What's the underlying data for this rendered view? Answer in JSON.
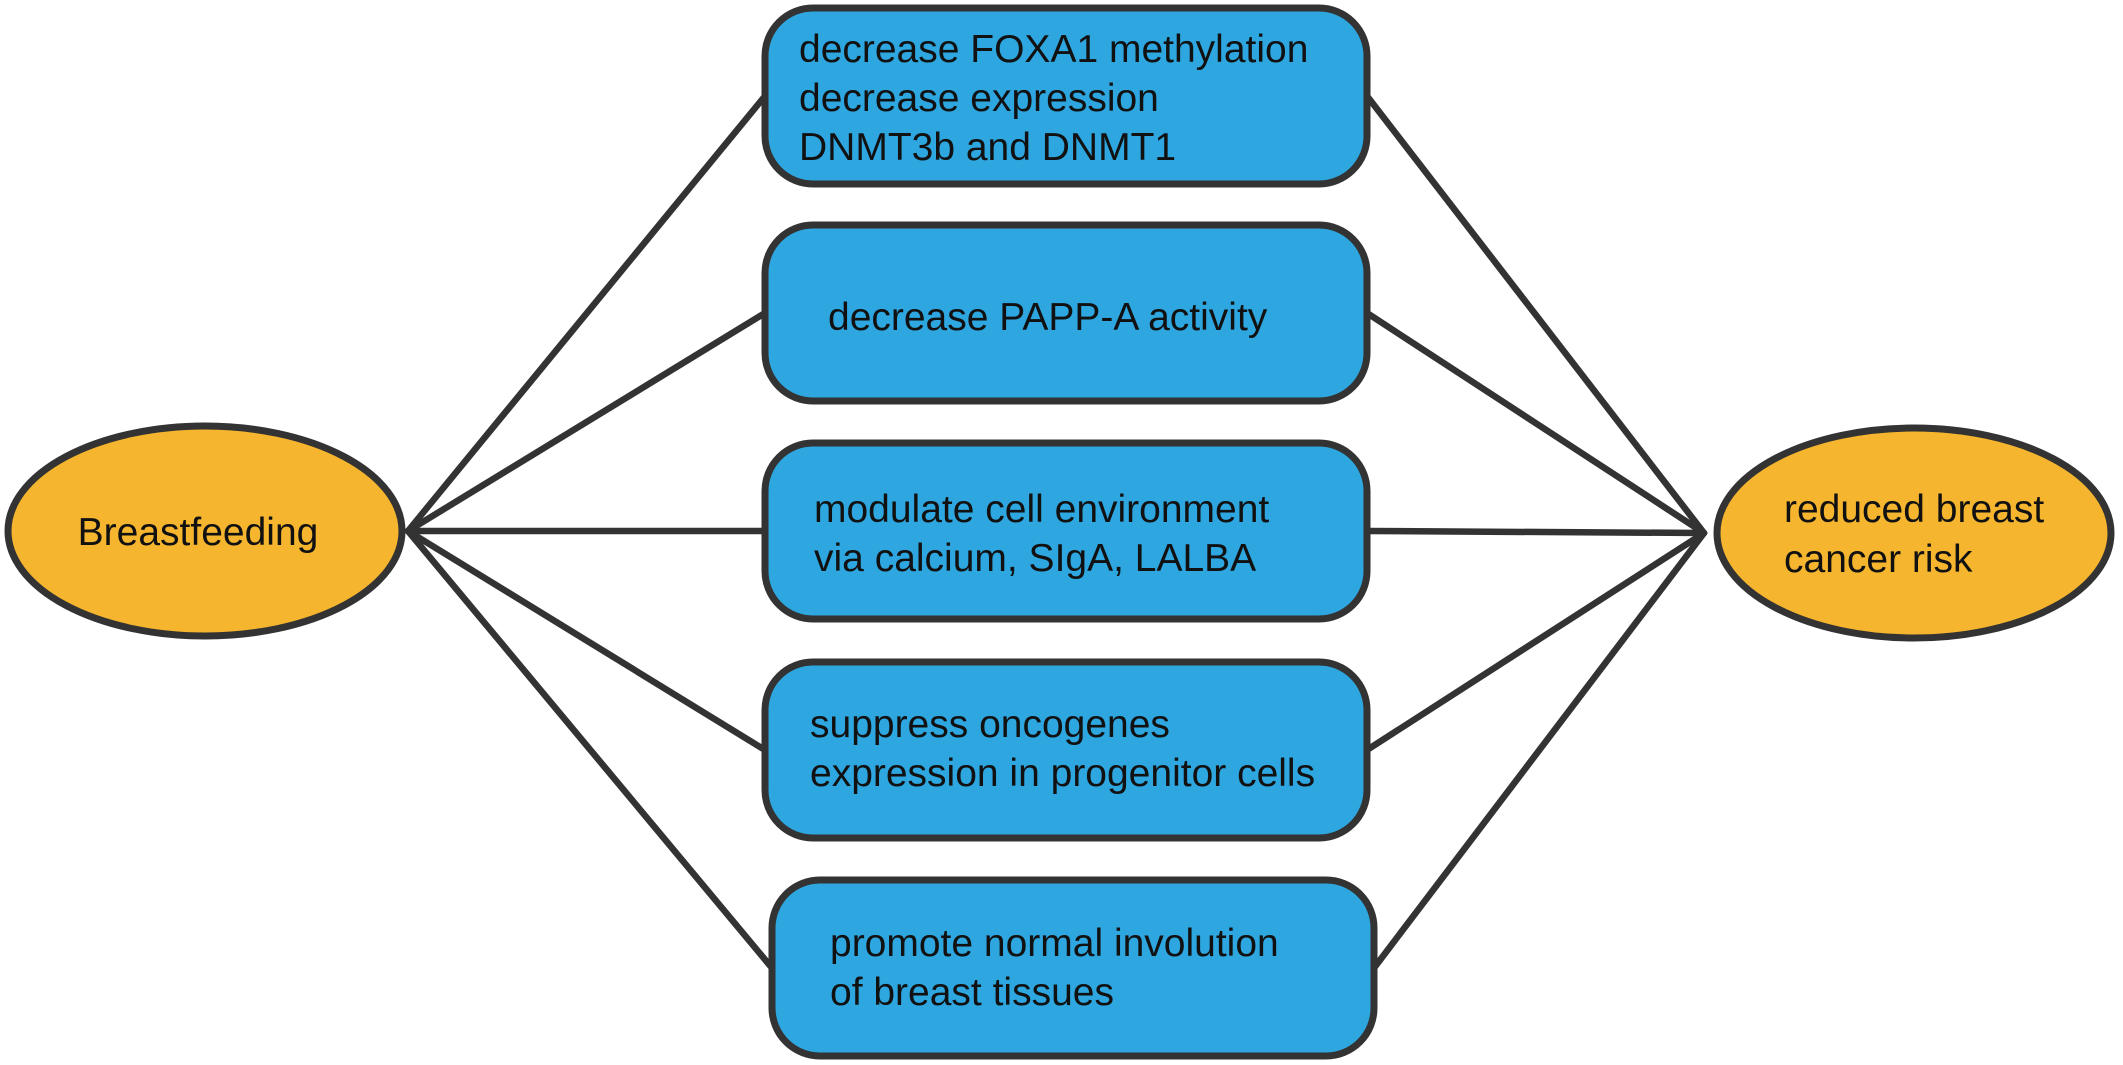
{
  "colors": {
    "endpoint_fill": "#F5B52E",
    "mechanism_fill": "#2EA6E0",
    "stroke": "#333333",
    "text": "#111111"
  },
  "source": {
    "label": "Breastfeeding"
  },
  "target": {
    "lines": [
      "reduced breast",
      "cancer risk"
    ]
  },
  "mechanisms": [
    {
      "lines": [
        "decrease FOXA1 methylation",
        "decrease expression",
        "DNMT3b and DNMT1"
      ]
    },
    {
      "lines": [
        "decrease PAPP-A activity"
      ]
    },
    {
      "lines": [
        "modulate cell environment",
        "via calcium, SIgA, LALBA"
      ]
    },
    {
      "lines": [
        "suppress oncogenes",
        "expression in progenitor cells"
      ]
    },
    {
      "lines": [
        "promote normal involution",
        "of breast tissues"
      ]
    }
  ]
}
